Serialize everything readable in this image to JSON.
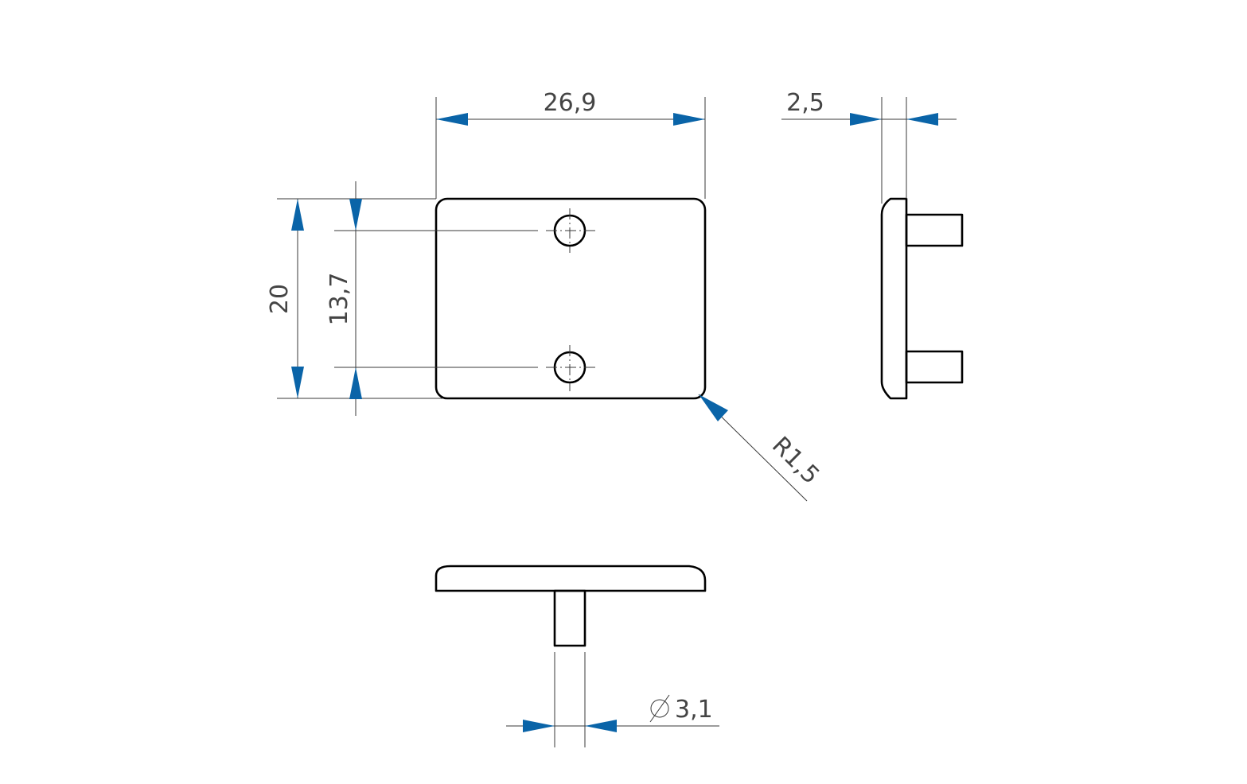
{
  "colors": {
    "arrow": "#0a64a8",
    "outline": "#000000",
    "dimension_line": "#3a3a3a",
    "text": "#444444"
  },
  "dimensions": {
    "width": "26,9",
    "thickness": "2,5",
    "height": "20",
    "hole_spacing": "13,7",
    "corner_radius": "R1,5",
    "pin_diameter": "3,1"
  },
  "symbols": {
    "diameter": "diameter-symbol-icon"
  }
}
